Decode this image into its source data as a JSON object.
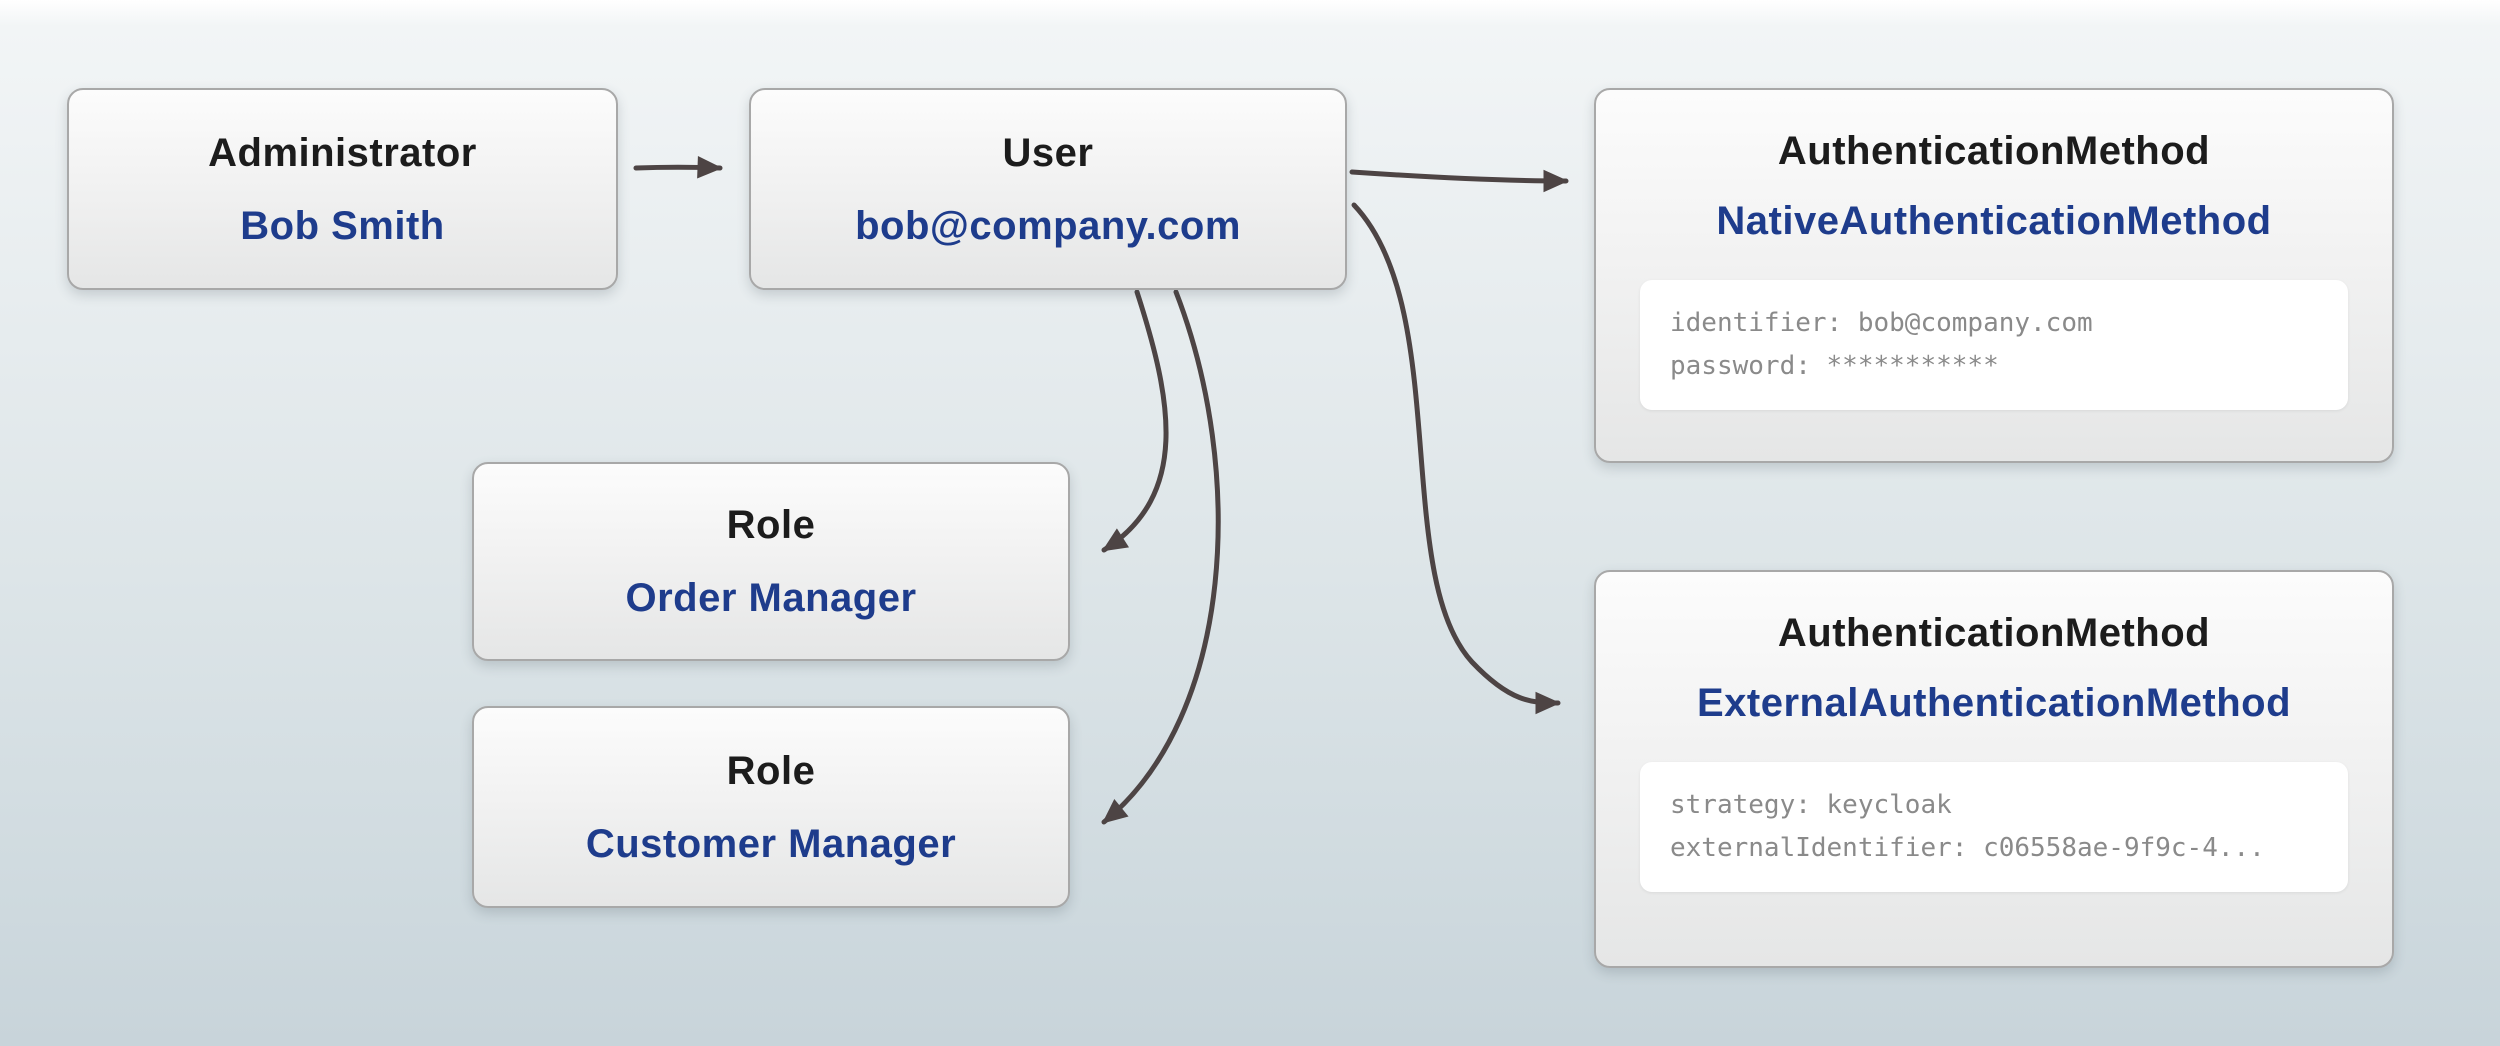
{
  "diagram": {
    "nodes": {
      "administrator": {
        "type": "Administrator",
        "value": "Bob Smith"
      },
      "user": {
        "type": "User",
        "value": "bob@company.com"
      },
      "native_auth": {
        "type": "AuthenticationMethod",
        "value": "NativeAuthenticationMethod",
        "properties": [
          "identifier: bob@company.com",
          "password: ***********"
        ]
      },
      "role_order": {
        "type": "Role",
        "value": "Order Manager"
      },
      "role_customer": {
        "type": "Role",
        "value": "Customer Manager"
      },
      "external_auth": {
        "type": "AuthenticationMethod",
        "value": "ExternalAuthenticationMethod",
        "properties": [
          "strategy: keycloak",
          "externalIdentifier: c06558ae-9f9c-4..."
        ]
      }
    },
    "edges": [
      {
        "from": "administrator",
        "to": "user"
      },
      {
        "from": "user",
        "to": "native_auth"
      },
      {
        "from": "user",
        "to": "external_auth"
      },
      {
        "from": "user",
        "to": "role_order"
      },
      {
        "from": "user",
        "to": "role_customer"
      }
    ],
    "colors": {
      "node_title_text": "#1c1c1c",
      "node_value_text": "#1e3c8c",
      "edge_stroke": "#4d4444",
      "property_text": "#8a8a8a"
    }
  }
}
